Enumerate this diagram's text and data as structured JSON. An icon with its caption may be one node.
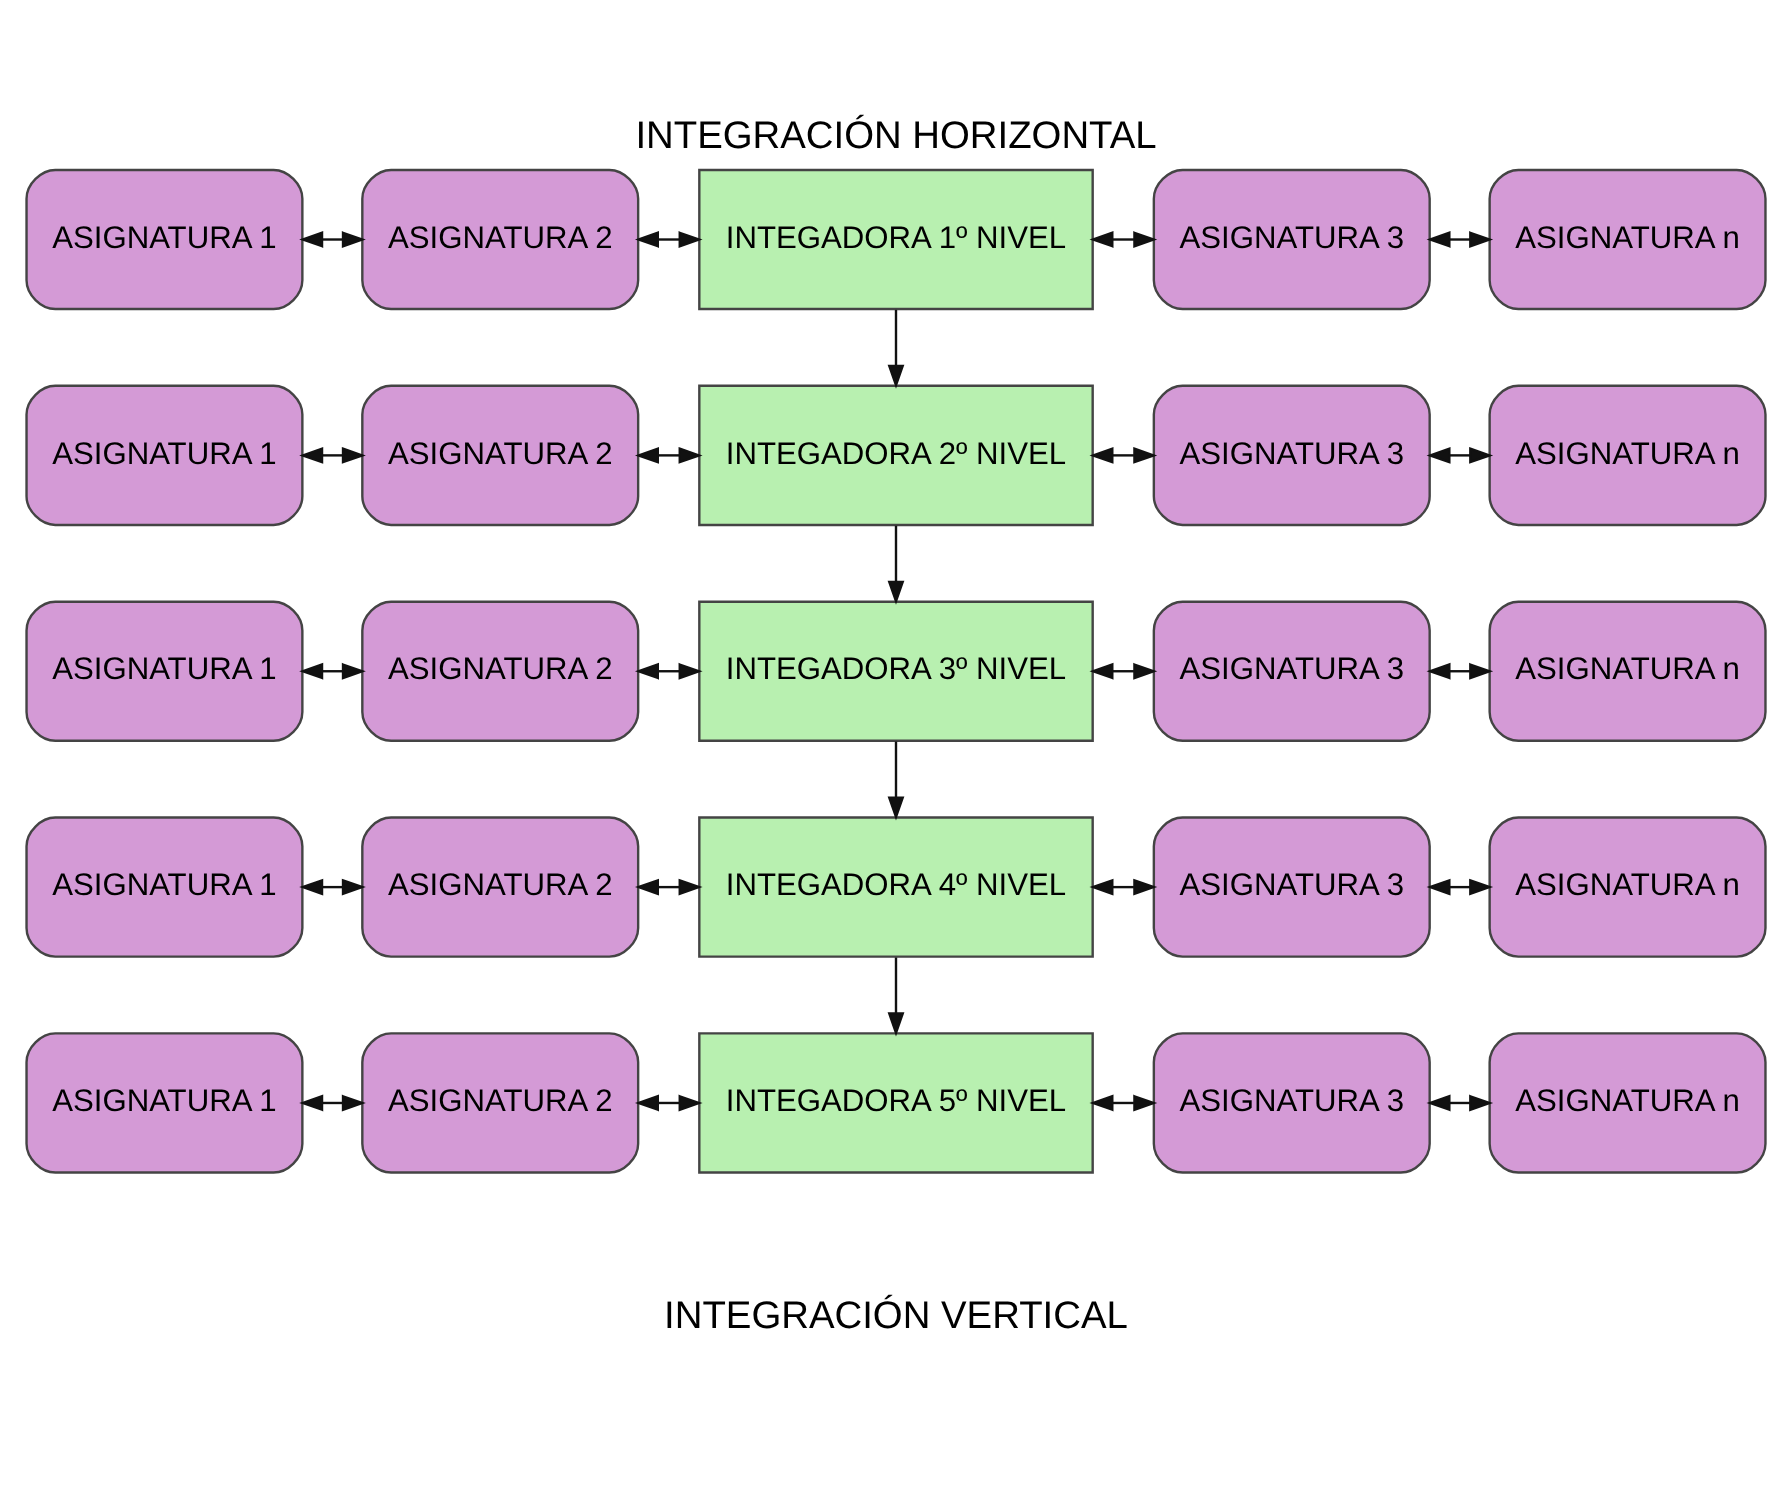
{
  "diagram": {
    "title": "INTEGRACIÓN HORIZONTAL",
    "caption": "INTEGRACIÓN VERTICAL",
    "nodes": [
      {
        "text": [
          "ASIGNATURA 1"
        ]
      },
      {
        "text": [
          "ASIGNATURA 2"
        ]
      },
      {
        "text": [
          "INTEGADORA 1º NIVEL"
        ]
      },
      {
        "text": [
          "ASIGNATURA 3"
        ]
      },
      {
        "text": [
          "ASIGNATURA n"
        ]
      },
      {
        "text": [
          "ASIGNATURA 1"
        ]
      },
      {
        "text": [
          "ASIGNATURA 2"
        ]
      },
      {
        "text": [
          "INTEGADORA 2º NIVEL"
        ]
      },
      {
        "text": [
          "ASIGNATURA 3"
        ]
      },
      {
        "text": [
          "ASIGNATURA n"
        ]
      },
      {
        "text": [
          "ASIGNATURA 1"
        ]
      },
      {
        "text": [
          "ASIGNATURA 2"
        ]
      },
      {
        "text": [
          "INTEGADORA 3º NIVEL"
        ]
      },
      {
        "text": [
          "ASIGNATURA 3"
        ]
      },
      {
        "text": [
          "ASIGNATURA n"
        ]
      },
      {
        "text": [
          "ASIGNATURA 1"
        ]
      },
      {
        "text": [
          "ASIGNATURA 2"
        ]
      },
      {
        "text": [
          "INTEGADORA 4º NIVEL"
        ]
      },
      {
        "text": [
          "ASIGNATURA 3"
        ]
      },
      {
        "text": [
          "ASIGNATURA n"
        ]
      },
      {
        "text": [
          "ASIGNATURA 1"
        ]
      },
      {
        "text": [
          "ASIGNATURA 2"
        ]
      },
      {
        "text": [
          "INTEGADORA 5º NIVEL"
        ]
      },
      {
        "text": [
          "ASIGNATURA 3"
        ]
      },
      {
        "text": [
          "ASIGNATURA n"
        ]
      }
    ],
    "edges": [
      {
        "from": 0,
        "to": 1,
        "arrow": "both"
      },
      {
        "from": 1,
        "to": 2,
        "arrow": "both"
      },
      {
        "from": 2,
        "to": 3,
        "arrow": "both"
      },
      {
        "from": 3,
        "to": 4,
        "arrow": "both"
      },
      {
        "from": 2,
        "to": 7,
        "arrow": "to"
      },
      {
        "from": 5,
        "to": 6,
        "arrow": "both"
      },
      {
        "from": 6,
        "to": 7,
        "arrow": "both"
      },
      {
        "from": 7,
        "to": 8,
        "arrow": "both"
      },
      {
        "from": 8,
        "to": 9,
        "arrow": "both"
      },
      {
        "from": 7,
        "to": 12,
        "arrow": "to"
      },
      {
        "from": 10,
        "to": 11,
        "arrow": "both"
      },
      {
        "from": 11,
        "to": 12,
        "arrow": "both"
      },
      {
        "from": 12,
        "to": 13,
        "arrow": "both"
      },
      {
        "from": 13,
        "to": 14,
        "arrow": "both"
      },
      {
        "from": 12,
        "to": 17,
        "arrow": "to"
      },
      {
        "from": 15,
        "to": 16,
        "arrow": "both"
      },
      {
        "from": 16,
        "to": 17,
        "arrow": "both"
      },
      {
        "from": 17,
        "to": 18,
        "arrow": "both"
      },
      {
        "from": 18,
        "to": 19,
        "arrow": "both"
      },
      {
        "from": 17,
        "to": 22,
        "arrow": "to"
      },
      {
        "from": 20,
        "to": 21,
        "arrow": "both"
      },
      {
        "from": 21,
        "to": 22,
        "arrow": "both"
      },
      {
        "from": 22,
        "to": 23,
        "arrow": "both"
      },
      {
        "from": 23,
        "to": 24,
        "arrow": "both"
      }
    ]
  }
}
